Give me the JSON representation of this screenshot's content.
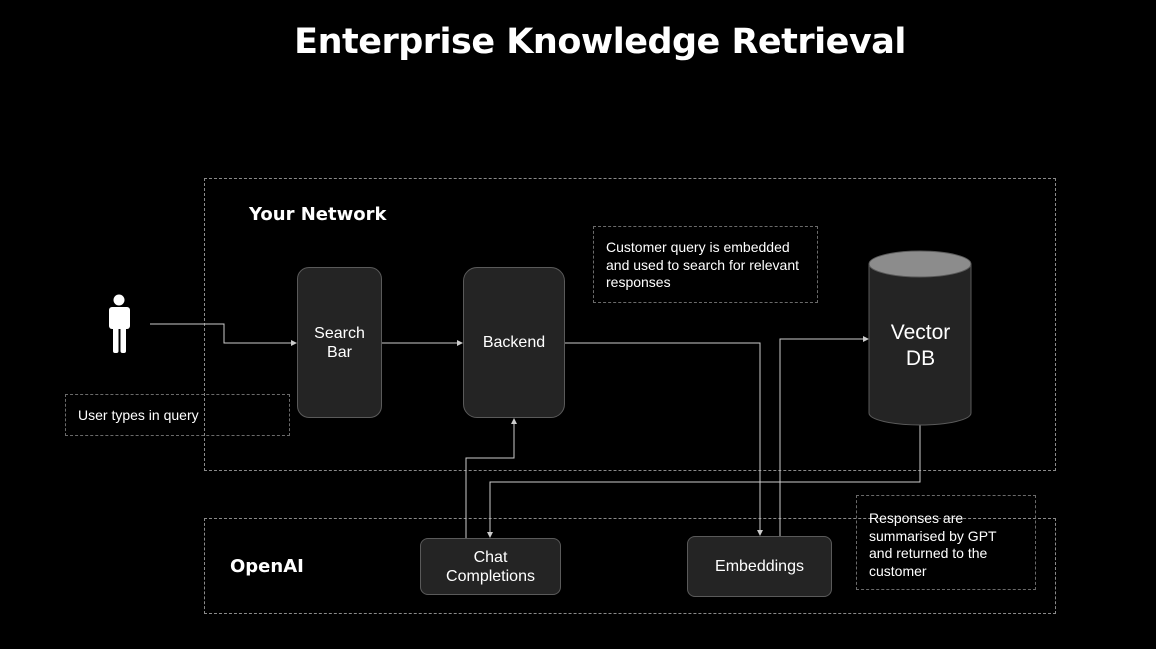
{
  "title": "Enterprise Knowledge Retrieval",
  "regions": {
    "network_label": "Your Network",
    "openai_label": "OpenAI"
  },
  "nodes": {
    "user_icon": "person-icon",
    "search_bar": [
      "Search",
      "Bar"
    ],
    "backend": "Backend",
    "vector_db": [
      "Vector",
      "DB"
    ],
    "chat_completions": [
      "Chat",
      "Completions"
    ],
    "embeddings": "Embeddings"
  },
  "notes": {
    "user_query": "User types in query",
    "embed_query": [
      "Customer query is embedded",
      "and used to search for relevant",
      "responses"
    ],
    "summary": [
      "Responses are",
      "summarised by GPT",
      "and returned to the",
      "customer"
    ]
  },
  "colors": {
    "background": "#000000",
    "node_fill": "#242424",
    "line": "#cccccc",
    "cylinder_top": "#8c8c8c"
  }
}
